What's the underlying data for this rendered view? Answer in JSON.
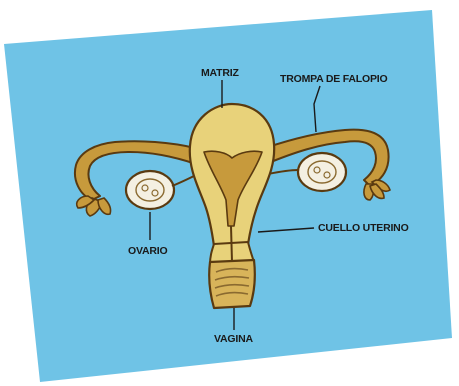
{
  "diagram": {
    "labels": {
      "matriz": "MATRIZ",
      "trompa": "TROMPA DE FALOPIO",
      "ovario": "OVARIO",
      "cuello": "CUELLO UTERINO",
      "vagina": "VAGINA"
    },
    "colors": {
      "background_card": "#6fc3e6",
      "organ_fill": "#e8d27a",
      "organ_outline": "#5a3a10",
      "tube_fill": "#c79a3c",
      "ovary_fill": "#f4f0e2"
    }
  }
}
